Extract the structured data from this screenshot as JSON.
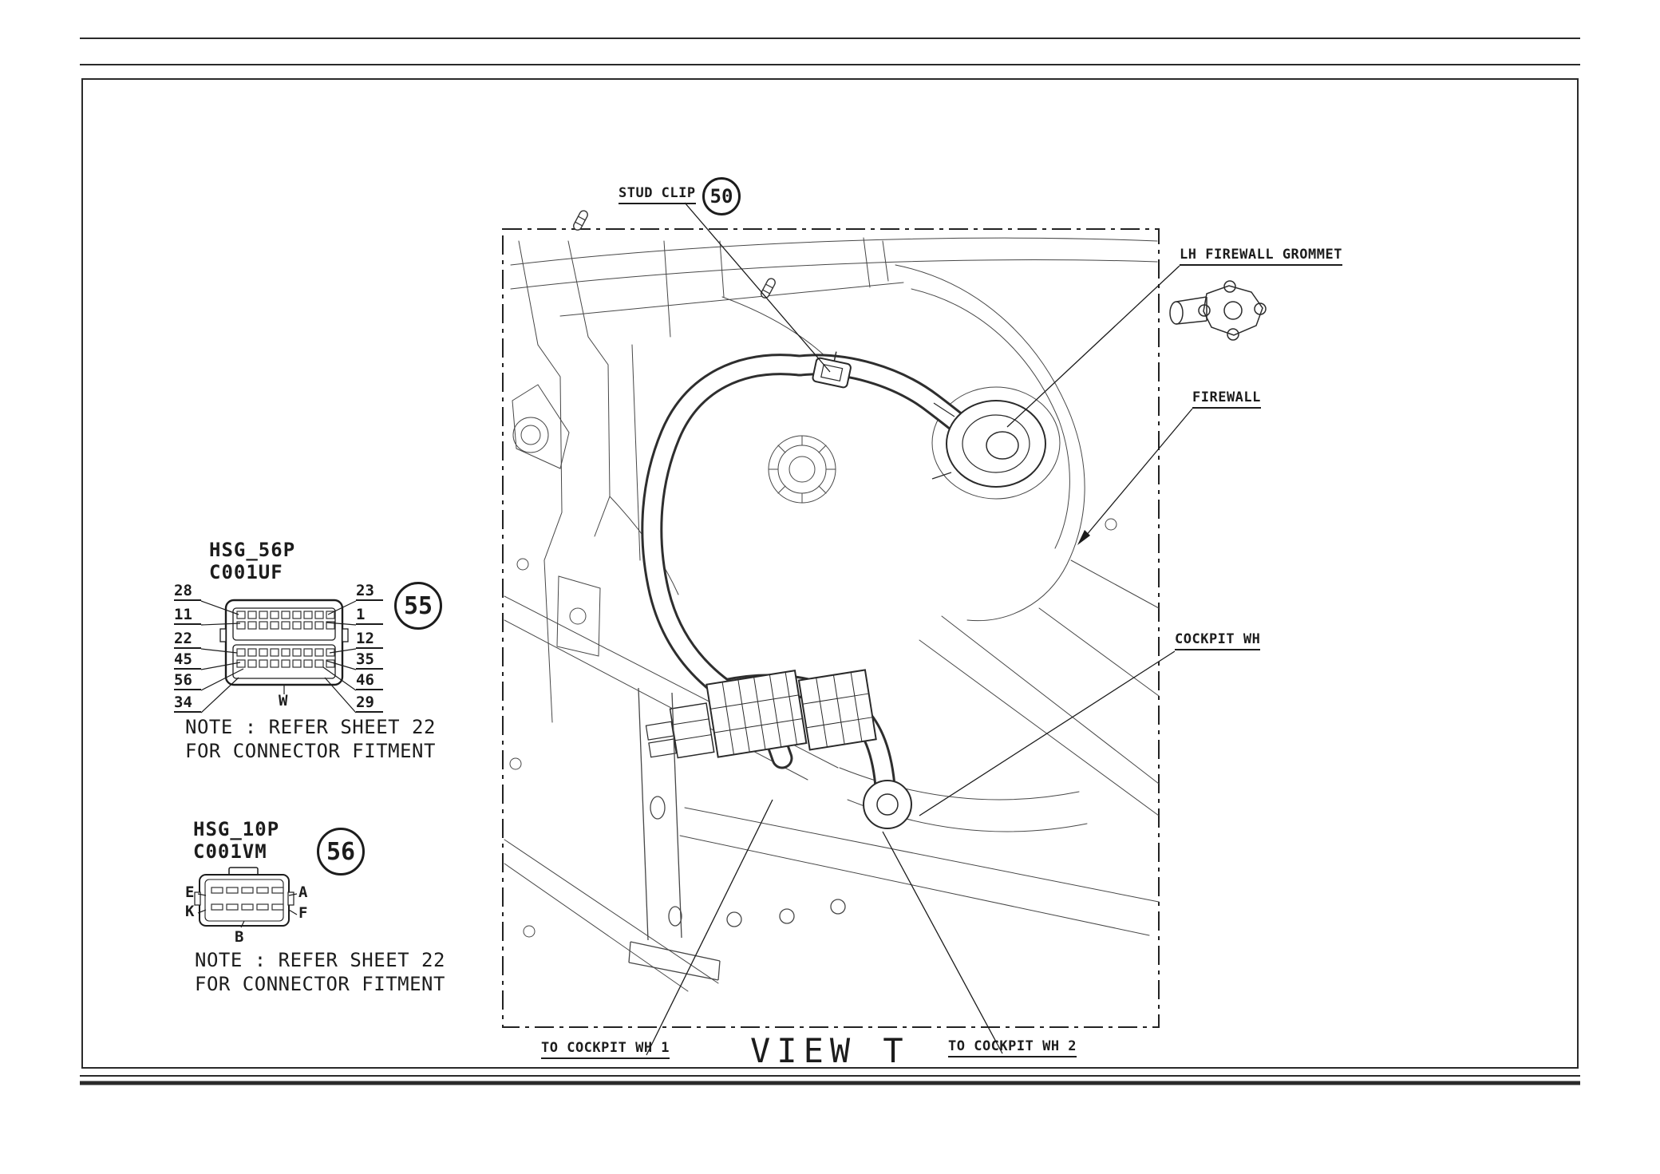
{
  "page": {
    "view_title": "VIEW T"
  },
  "colors": {
    "ink": "#1c1c1c",
    "thin_line": "#474747",
    "background": "#ffffff"
  },
  "connector56p": {
    "name": "HSG_56P",
    "code": "C001UF",
    "balloon": "55",
    "left_pins": [
      "28",
      "11",
      "22",
      "45",
      "56",
      "34"
    ],
    "right_pins": [
      "23",
      "1",
      "12",
      "35",
      "46",
      "29"
    ],
    "wire_label": "W",
    "note_line1": "NOTE : REFER SHEET 22",
    "note_line2": "FOR CONNECTOR FITMENT"
  },
  "connector10p": {
    "name": "HSG_10P",
    "code": "C001VM",
    "balloon": "56",
    "left_labels": [
      "E",
      "K"
    ],
    "right_labels": [
      "A",
      "F"
    ],
    "bottom_label": "B",
    "note_line1": "NOTE : REFER SHEET 22",
    "note_line2": "FOR CONNECTOR FITMENT"
  },
  "callouts": {
    "stud_clip": "STUD CLIP",
    "stud_clip_balloon": "50",
    "lh_firewall_grommet": "LH FIREWALL GROMMET",
    "firewall": "FIREWALL",
    "cockpit_wh": "COCKPIT WH",
    "to_cockpit_wh_1": "TO COCKPIT WH 1",
    "to_cockpit_wh_2": "TO COCKPIT WH 2"
  }
}
